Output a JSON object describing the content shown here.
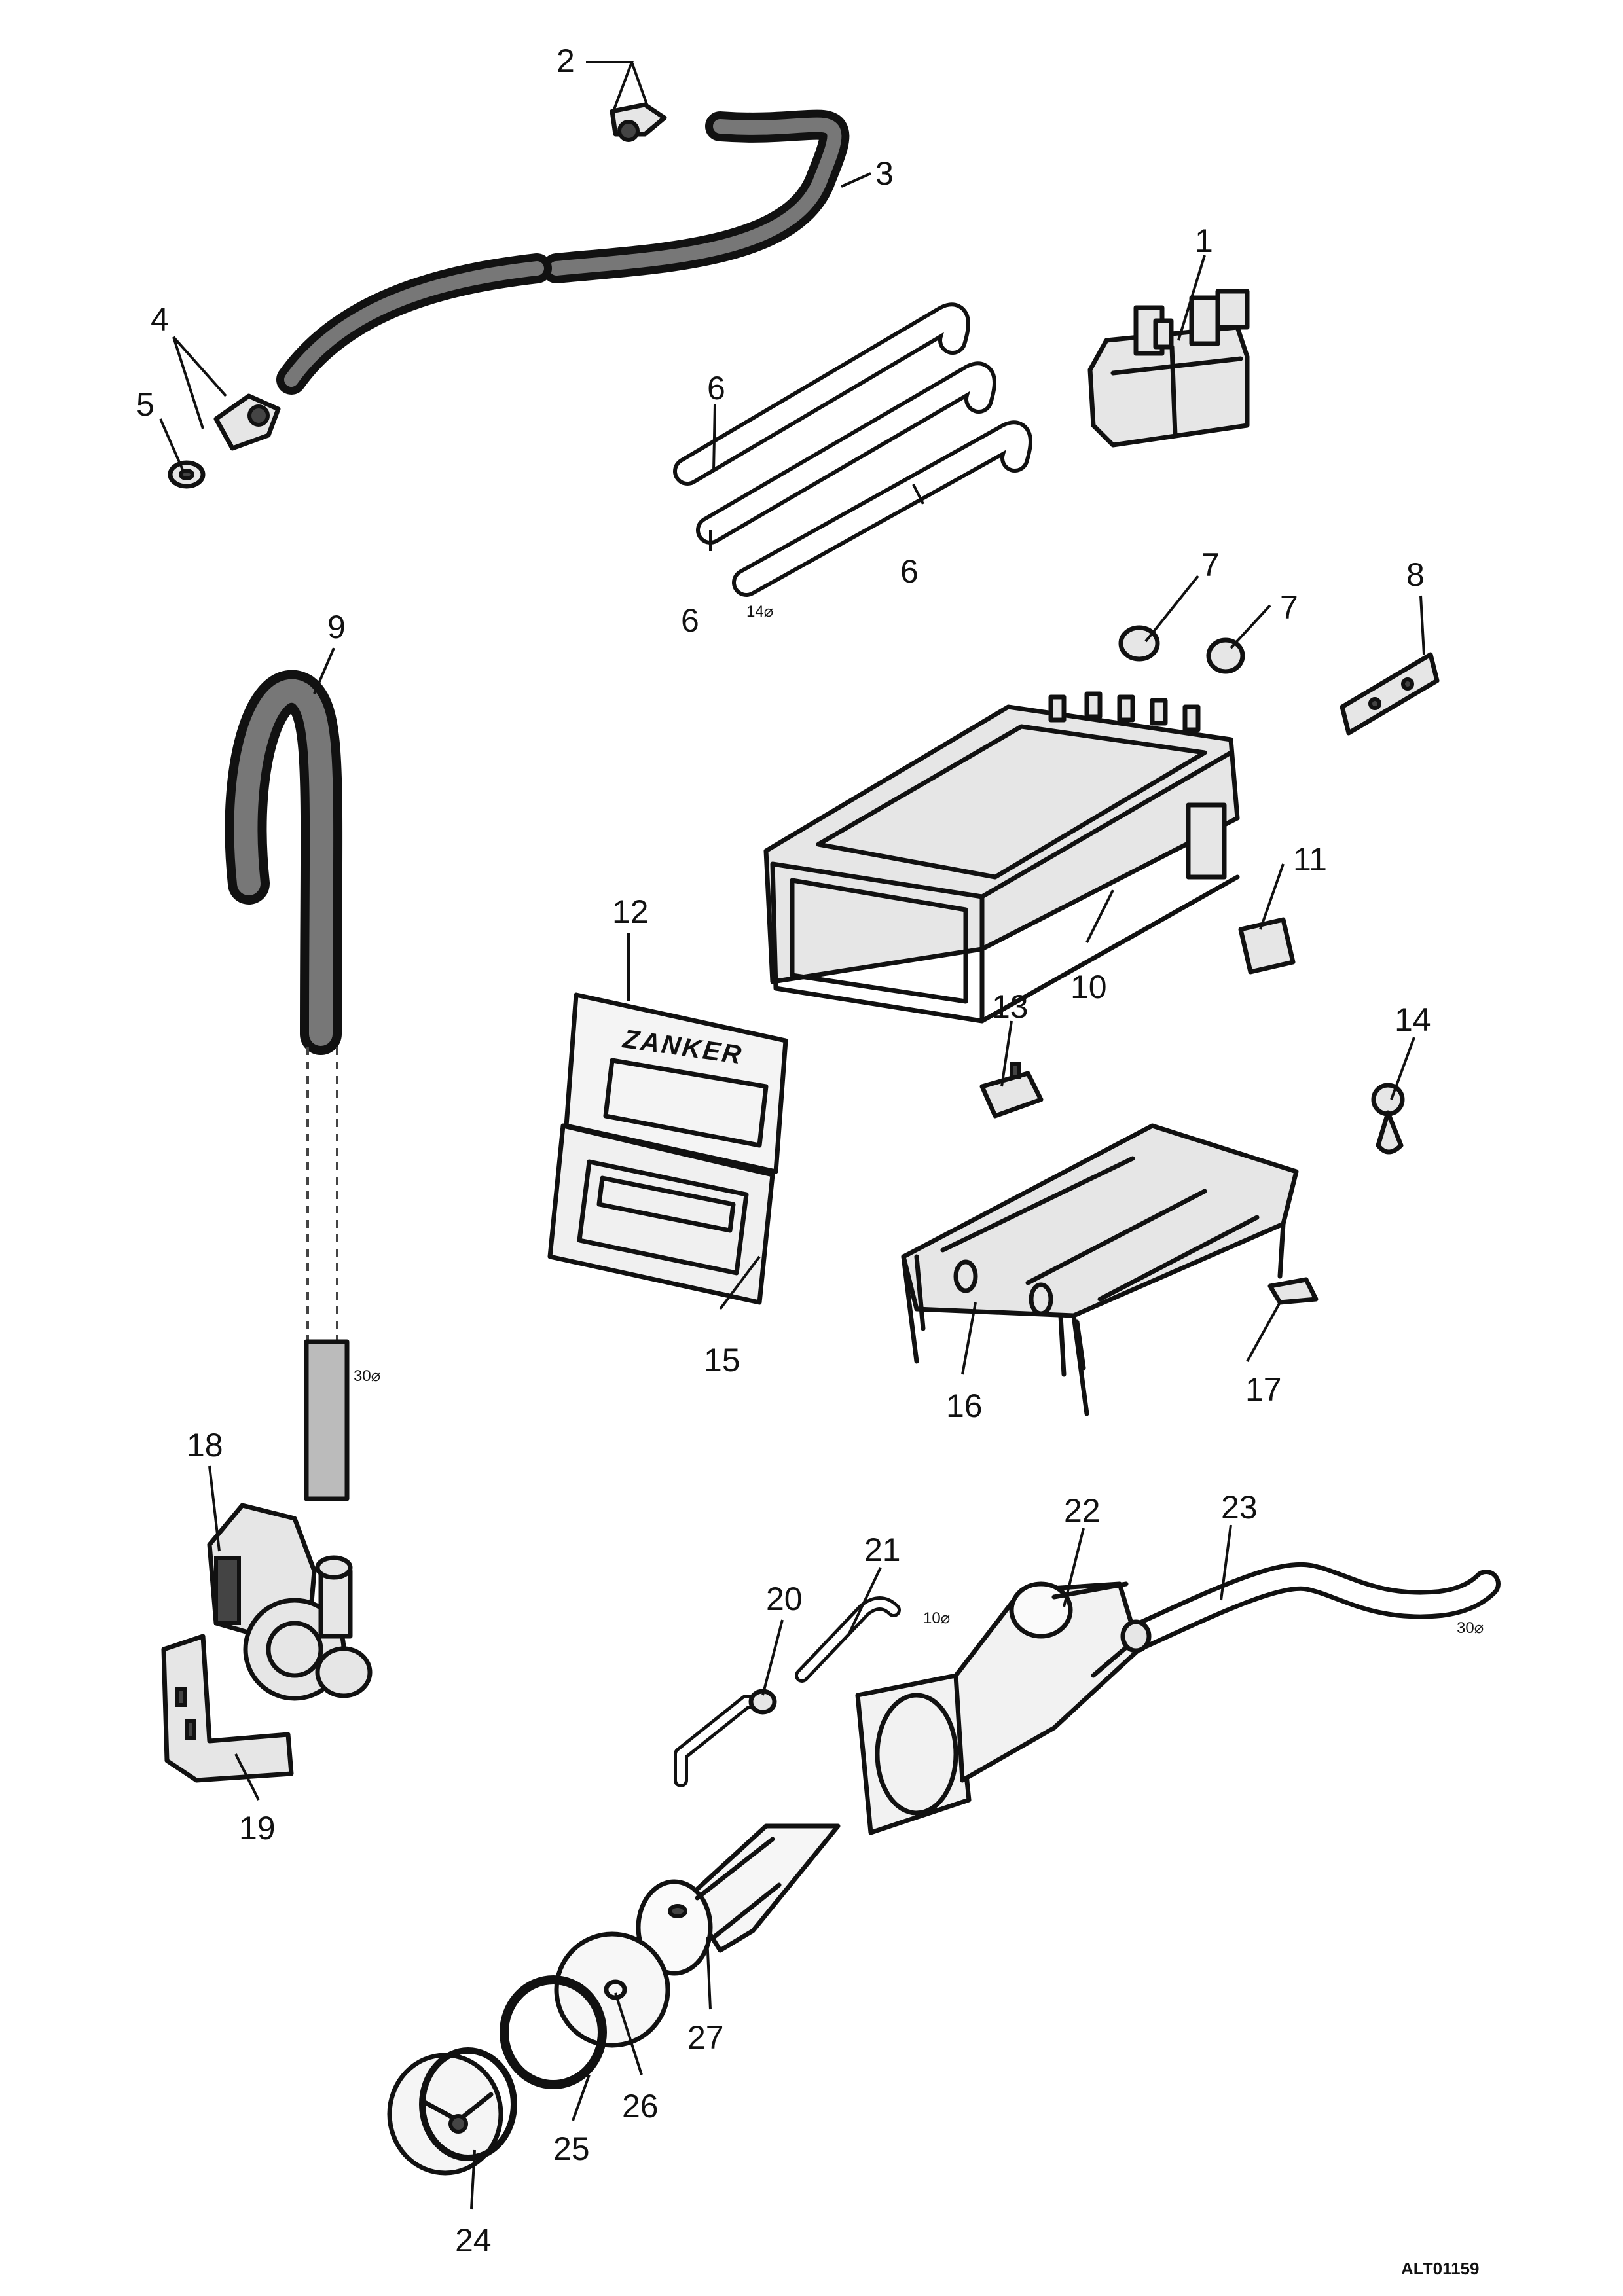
{
  "drawing": {
    "reference_code": "ALT01159",
    "brand_label": "ZANKER"
  },
  "callouts": [
    "1",
    "2",
    "3",
    "4",
    "5",
    "6",
    "7",
    "8",
    "9",
    "10",
    "11",
    "12",
    "13",
    "14",
    "15",
    "16",
    "17",
    "18",
    "19",
    "20",
    "21",
    "22",
    "23",
    "24",
    "25",
    "26",
    "27"
  ],
  "size_labels": {
    "tube_6": "14⌀",
    "hose_9": "30⌀",
    "tube_21": "10⌀",
    "hose_23": "30⌀"
  }
}
